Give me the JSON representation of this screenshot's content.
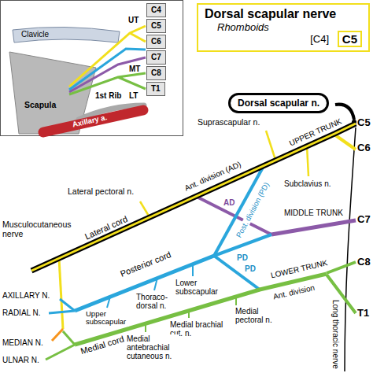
{
  "diagram": {
    "nodes": [
      {
        "text": [
          "Dorsal scapular nerve",
          "Rhomboids",
          "[C4]"
        ]
      },
      {
        "text": [
          "C5"
        ],
        "in": 0
      },
      {
        "text": [
          "Dorsal scapular n."
        ]
      },
      {
        "text": [
          "C4"
        ]
      },
      {
        "text": [
          "C5"
        ]
      },
      {
        "text": [
          "C6"
        ]
      },
      {
        "text": [
          "C7"
        ]
      },
      {
        "text": [
          "C8"
        ]
      },
      {
        "text": [
          "T1"
        ]
      }
    ],
    "labels": [
      "C5",
      "C6",
      "C7",
      "C8",
      "T1",
      "UPPER TRUNK",
      "Suprascapular n.",
      "Subclavius n.",
      "Ant. division (AD)",
      "Post. division (PD)",
      "AD",
      "MIDDLE TRUNK",
      "PD",
      "PD",
      "LOWER TRUNK",
      "Ant. division",
      "Lateral pectoral n.",
      "Lateral cord",
      "Musculocutaneous nerve",
      "Posterior cord",
      "Upper subscapular",
      "Thoraco-dorsal n.",
      "Lower subscapular",
      "AXILLARY N.",
      "RADIAL N.",
      "MEDIAN N.",
      "ULNAR N.",
      "Medial cord",
      "Medial pectoral n.",
      "Medial brachial cut. n.",
      "Medial antebrachial cutaneous n.",
      "Long thoracic nerve",
      "UT",
      "MT",
      "LT",
      "Clavicle",
      "Axillary a.",
      "1st Rib",
      "Scapula"
    ]
  }
}
